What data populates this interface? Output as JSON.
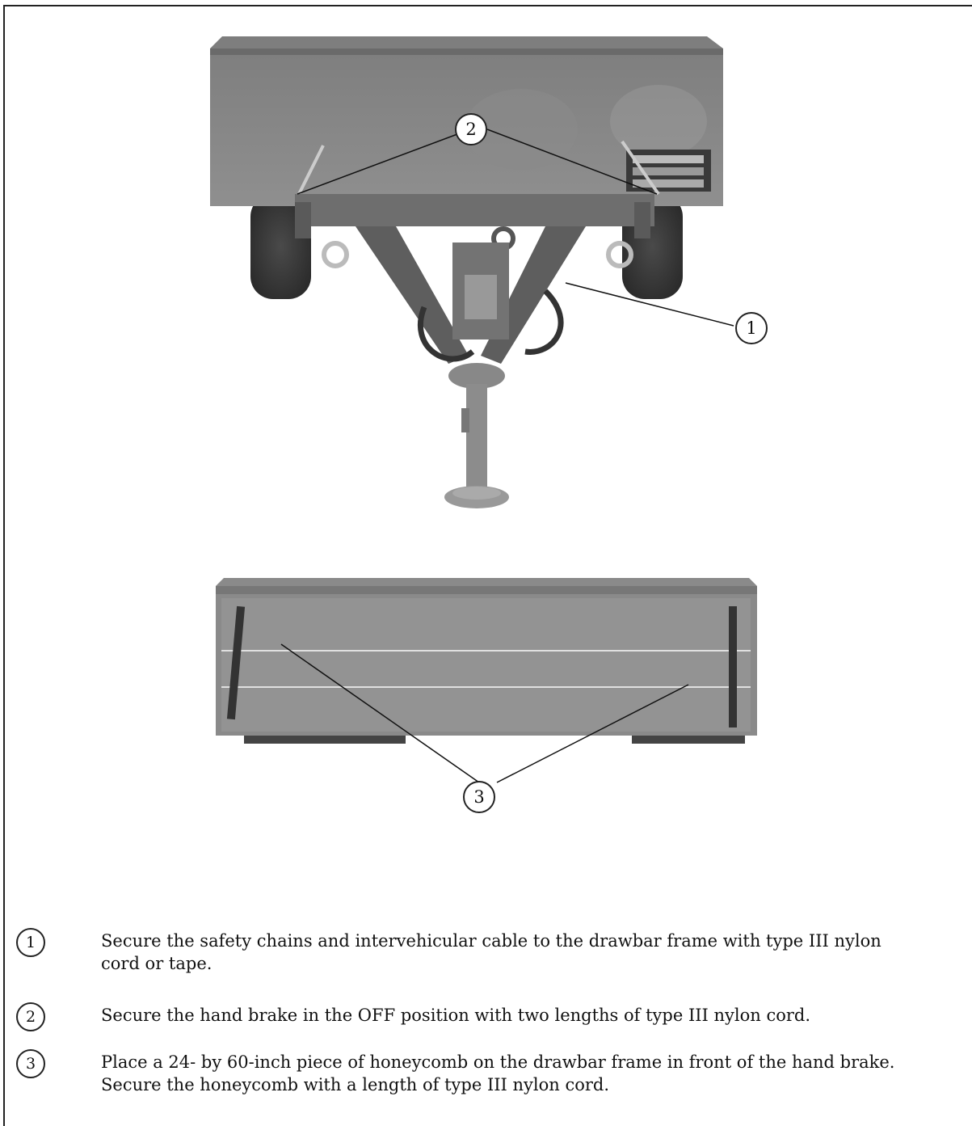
{
  "figure": {
    "callouts": [
      "1",
      "2",
      "3"
    ],
    "top_photo": "trailer-front-view-photo",
    "bottom_photo": "trailer-side-panel-photo"
  },
  "steps": [
    {
      "number": "1",
      "text": "Secure the safety chains and intervehicular cable to the drawbar frame with type III nylon cord or tape."
    },
    {
      "number": "2",
      "text": "Secure the hand brake in the OFF position with two lengths of type III nylon cord."
    },
    {
      "number": "3",
      "text": "Place a 24- by 60-inch piece of honeycomb on the drawbar frame in front of the hand brake. Secure the honeycomb with a length of type III nylon cord."
    }
  ]
}
